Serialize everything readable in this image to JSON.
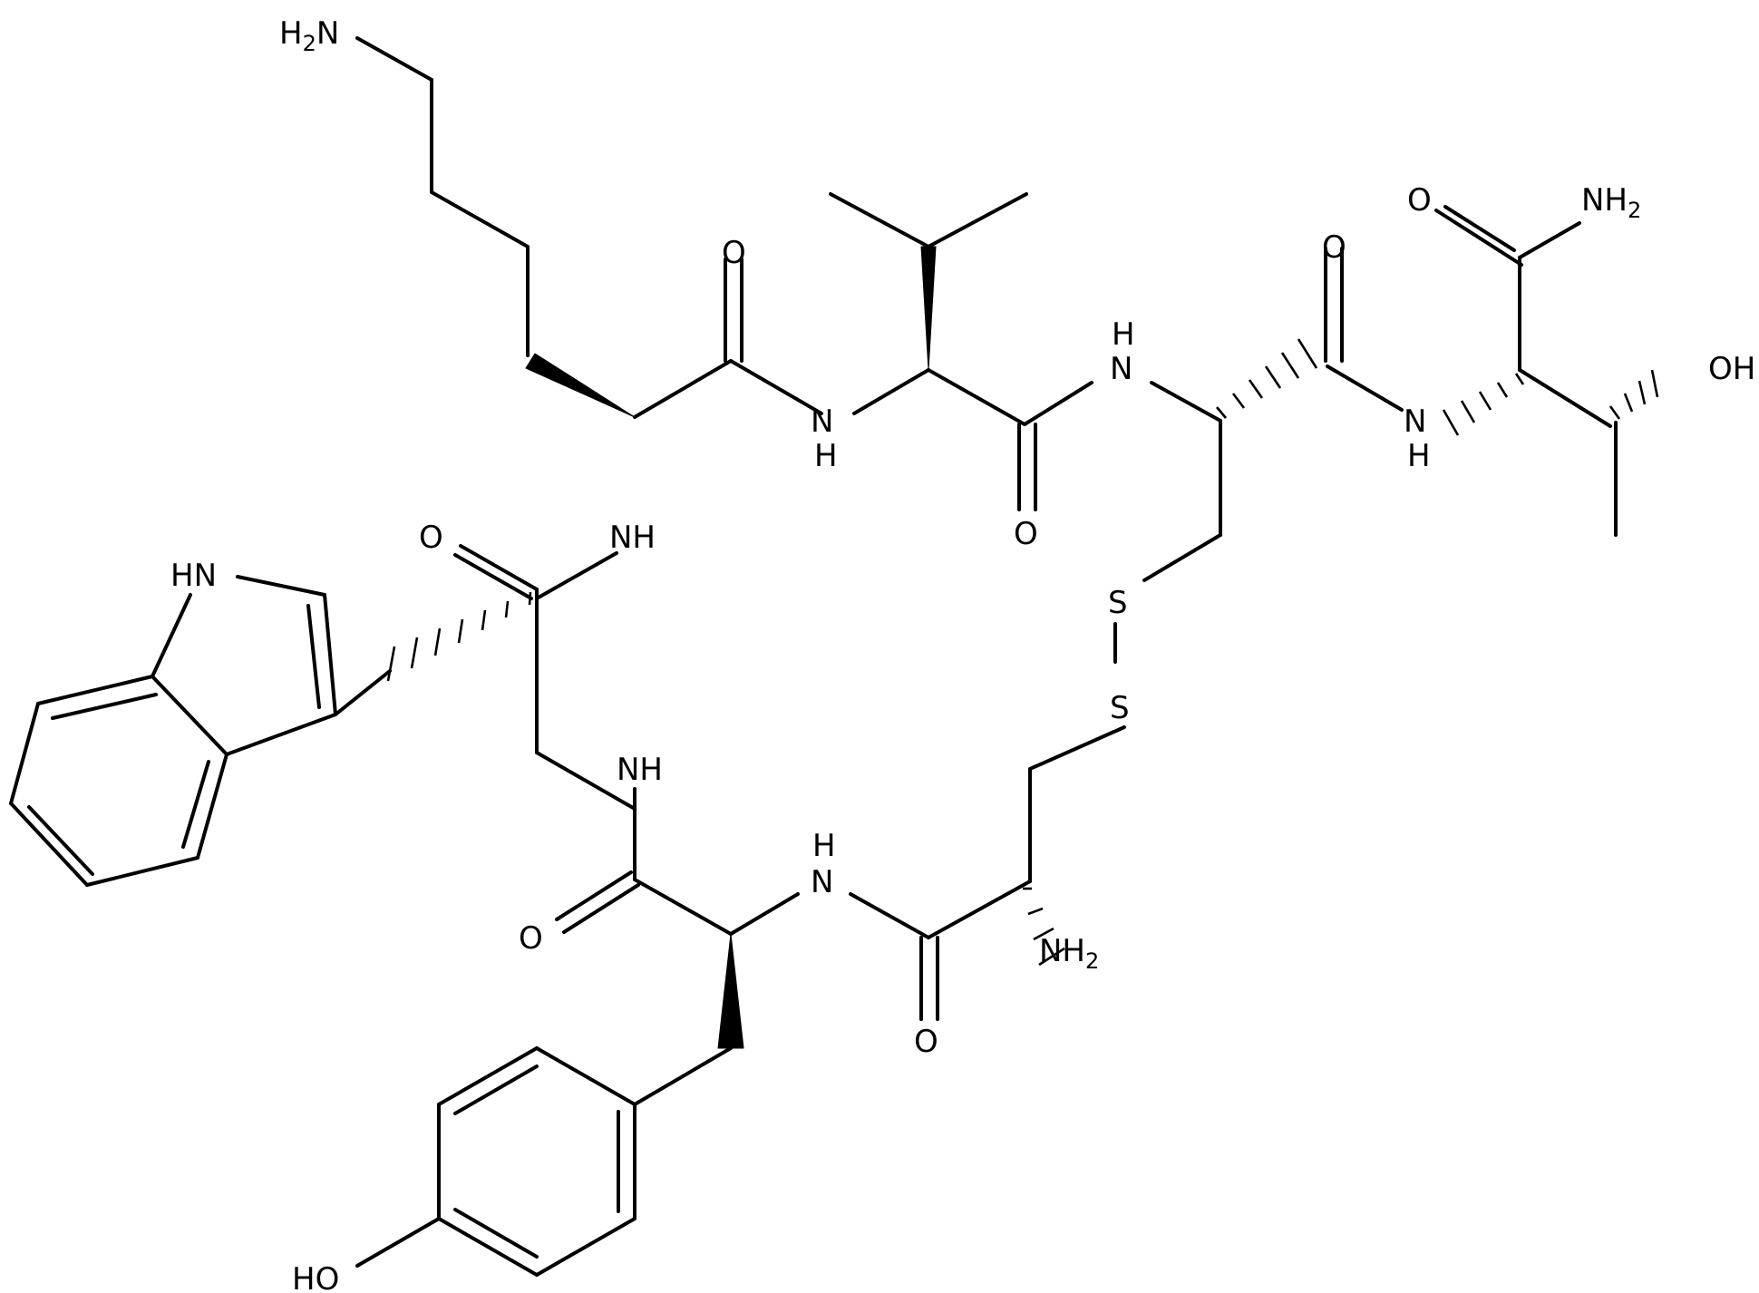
{
  "labels": {
    "lys_nh2": "H2N",
    "o_lys_co": "O",
    "nh_lys_val": "NH",
    "nh_trp_lys": "NH",
    "o_trp_co": "O",
    "indole_nh": "HN",
    "nh_tyr_trp": "NH",
    "o_tyr_co": "O",
    "nh_cys_tyr": "NH",
    "nh2_cys": "NH2",
    "o_cys1_co": "O",
    "s_upper": "S",
    "s_lower": "S",
    "nh_val_cys": "NH",
    "o_val_co": "O",
    "o_cys2_co": "O",
    "nh_cys_thr": "NH",
    "o_amide": "O",
    "amide_nh2": "NH2",
    "thr_oh": "OH",
    "tyr_oh": "HO"
  }
}
